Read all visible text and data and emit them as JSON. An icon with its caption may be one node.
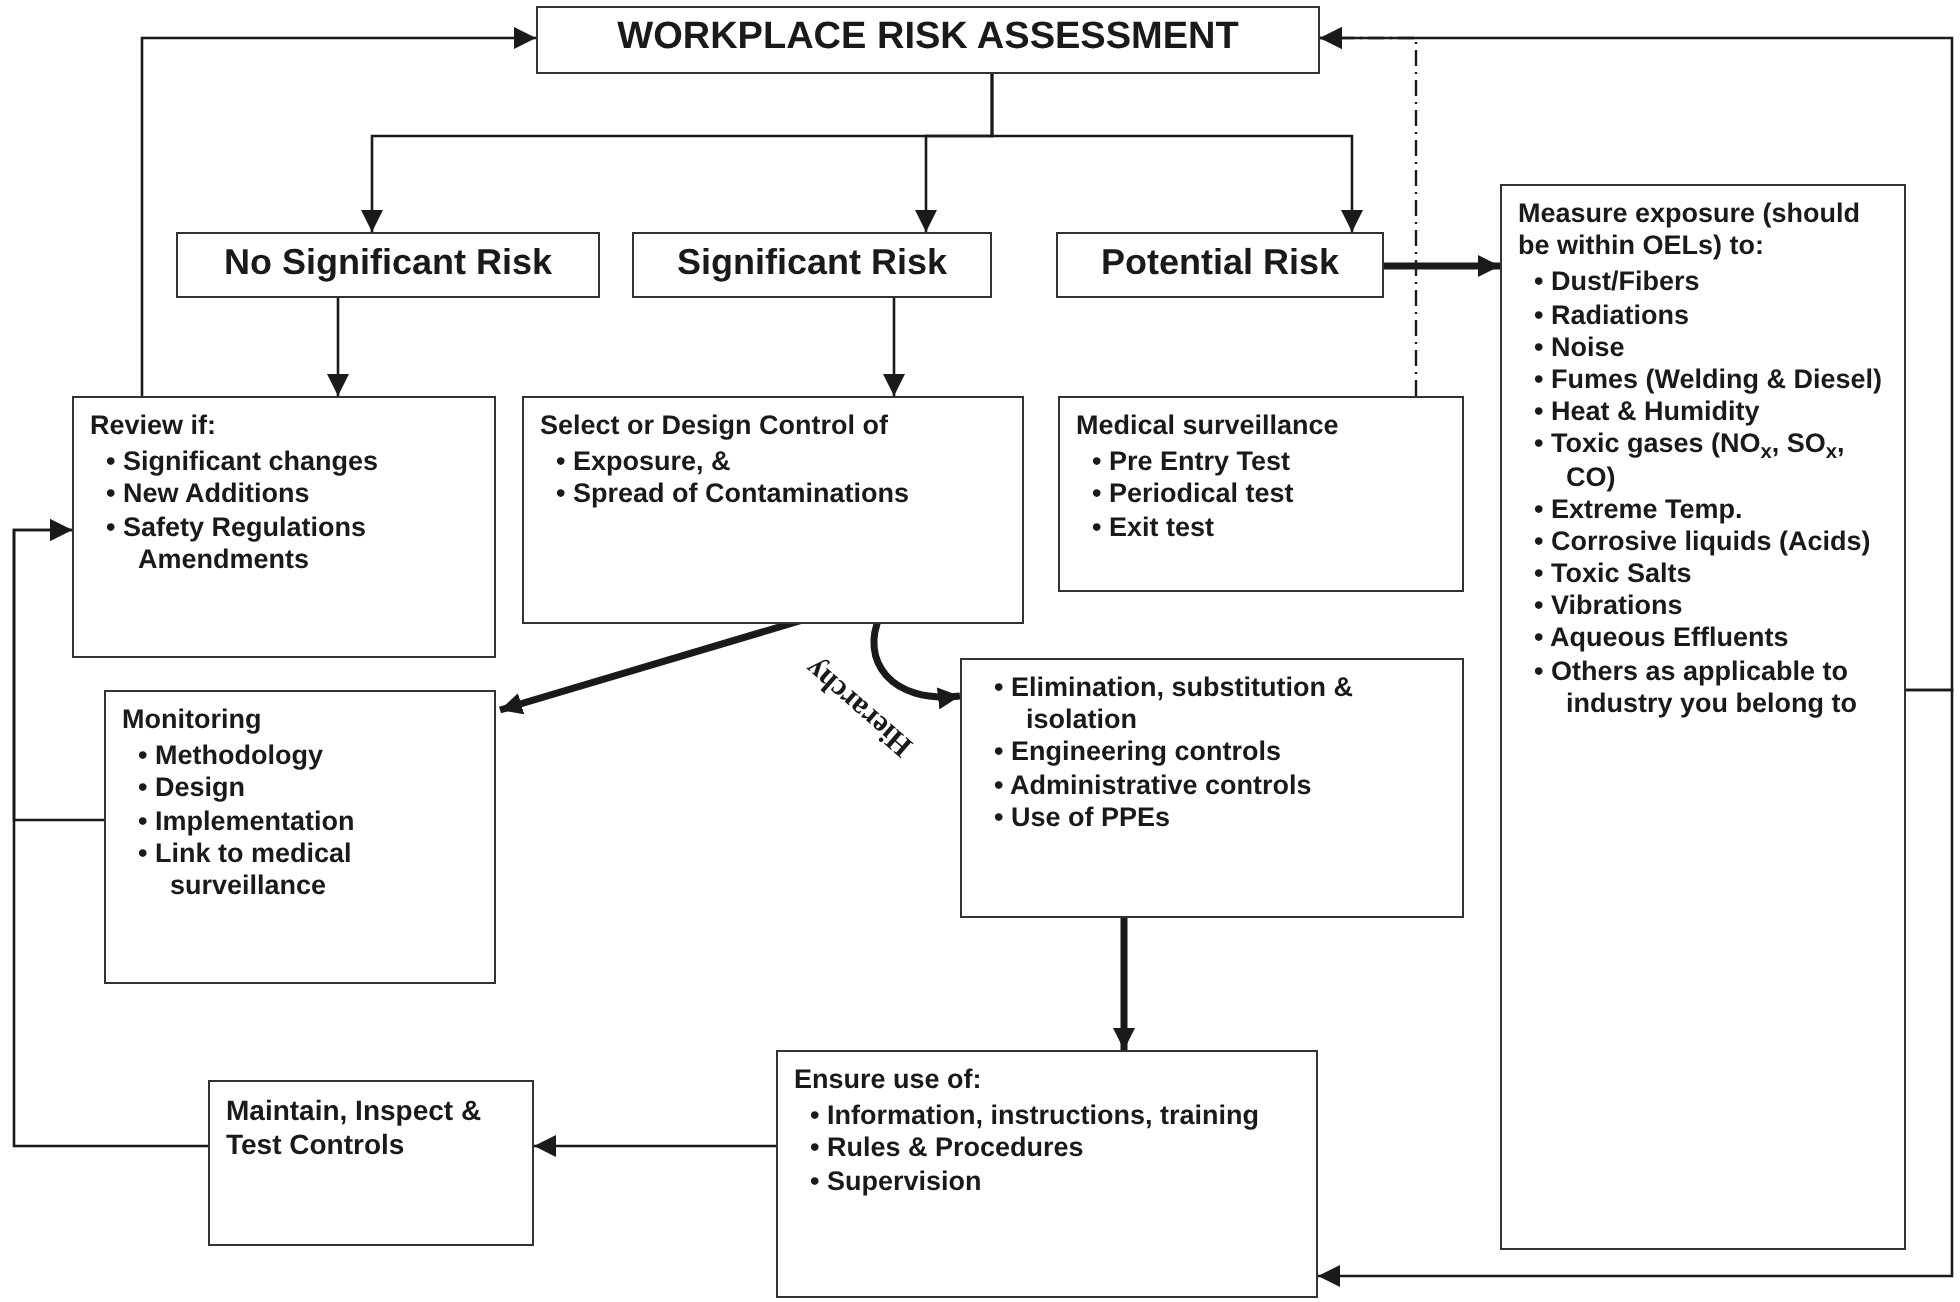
{
  "diagram": {
    "nodes": [
      {
        "text": [
          "WORKPLACE RISK ASSESSMENT"
        ]
      },
      {
        "text": [
          "No Significant Risk"
        ]
      },
      {
        "text": [
          "Significant Risk"
        ]
      },
      {
        "text": [
          "Potential Risk"
        ]
      },
      {
        "text": [
          "Review if:",
          "• Significant changes",
          "• New Additions",
          "• Safety Regulations Amendments"
        ]
      },
      {
        "text": [
          "Select or Design Control of",
          "• Exposure, &",
          "• Spread of Contaminations"
        ]
      },
      {
        "text": [
          "Medical surveillance",
          "• Pre Entry Test",
          "• Periodical test",
          "• Exit test"
        ]
      },
      {
        "text": [
          "Measure exposure (should be within OELs) to:",
          "• Dust/Fibers",
          "• Radiations",
          "• Noise",
          "• Fumes (Welding & Diesel)",
          "• Heat & Humidity",
          "• Toxic gases (NO$_{x}$, SO$_{x}$, CO)",
          "• Extreme Temp.",
          "• Corrosive liquids (Acids)",
          "• Toxic Salts",
          "• Vibrations",
          "• Aqueous Effluents",
          "• Others as applicable to industry you belong to"
        ]
      },
      {
        "text": [
          "Monitoring",
          "• Methodology",
          "• Design",
          "• Implementation",
          "• Link to medical surveillance"
        ]
      },
      {
        "text": [
          "• Elimination, substitution & isolation",
          "• Engineering controls",
          "• Administrative controls",
          "• Use of PPEs"
        ]
      },
      {
        "text": [
          "Maintain, Inspect & Test Controls"
        ]
      },
      {
        "text": [
          "Ensure use of:",
          "• Information, instructions, training",
          "• Rules & Procedures",
          "• Supervision"
        ]
      }
    ],
    "edges": [
      {
        "from": 0,
        "to": 1,
        "arrow": "to"
      },
      {
        "from": 0,
        "to": 2,
        "arrow": "to"
      },
      {
        "from": 0,
        "to": 3,
        "arrow": "to"
      },
      {
        "from": 1,
        "to": 4,
        "arrow": "to"
      },
      {
        "from": 2,
        "to": 5,
        "arrow": "to"
      },
      {
        "from": 3,
        "to": 7,
        "arrow": "to",
        "style": "thick"
      },
      {
        "from": 6,
        "to": 0,
        "arrow": "to",
        "style": "dashed"
      },
      {
        "from": 4,
        "to": 0,
        "arrow": "to"
      },
      {
        "from": 5,
        "to": 8,
        "arrow": "to",
        "style": "thick"
      },
      {
        "from": 5,
        "to": 9,
        "arrow": "to",
        "label": "Hierarchy",
        "style": "thick"
      },
      {
        "from": 9,
        "to": 11,
        "arrow": "to",
        "style": "thick"
      },
      {
        "from": 11,
        "to": 10,
        "arrow": "to"
      },
      {
        "from": 7,
        "to": 11,
        "arrow": "to"
      },
      {
        "from": 7,
        "to": 0,
        "arrow": "to"
      },
      {
        "from": 8,
        "to": 4,
        "arrow": "to"
      },
      {
        "from": 10,
        "to": 4,
        "arrow": "to"
      }
    ]
  }
}
